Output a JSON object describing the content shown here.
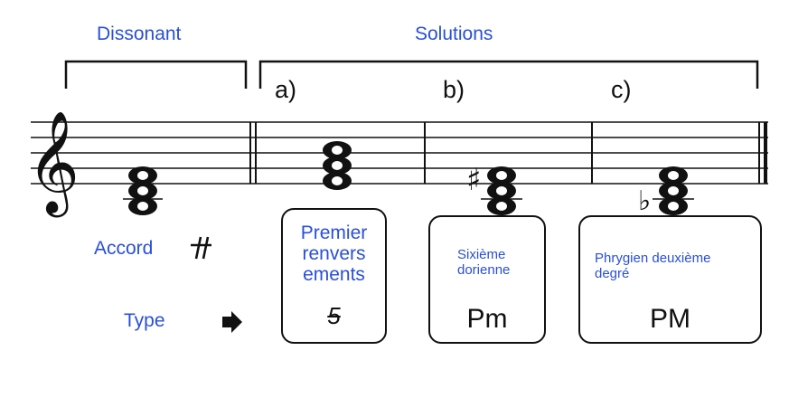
{
  "headers": {
    "dissonant": "Dissonant",
    "solutions": "Solutions"
  },
  "solution_letters": [
    "a)",
    "b)",
    "c)"
  ],
  "left_labels": {
    "accord": "Accord",
    "type": "Type"
  },
  "boxes": [
    {
      "title_lines": [
        "Premier",
        "renvers",
        "ements"
      ],
      "code": "5"
    },
    {
      "title_lines": [
        "Sixième",
        "dorienne"
      ],
      "code": "Pm"
    },
    {
      "title_lines": [
        "Phrygien deuxième",
        "degré"
      ],
      "code": "PM"
    }
  ],
  "accidentals": {
    "sharp": "♯",
    "flat": "♭"
  },
  "colors": {
    "label_blue": "#2a4fd8",
    "ink": "#111111"
  },
  "icons": [
    "treble-clef-icon",
    "double-bar-icon",
    "arrow-right-icon"
  ]
}
